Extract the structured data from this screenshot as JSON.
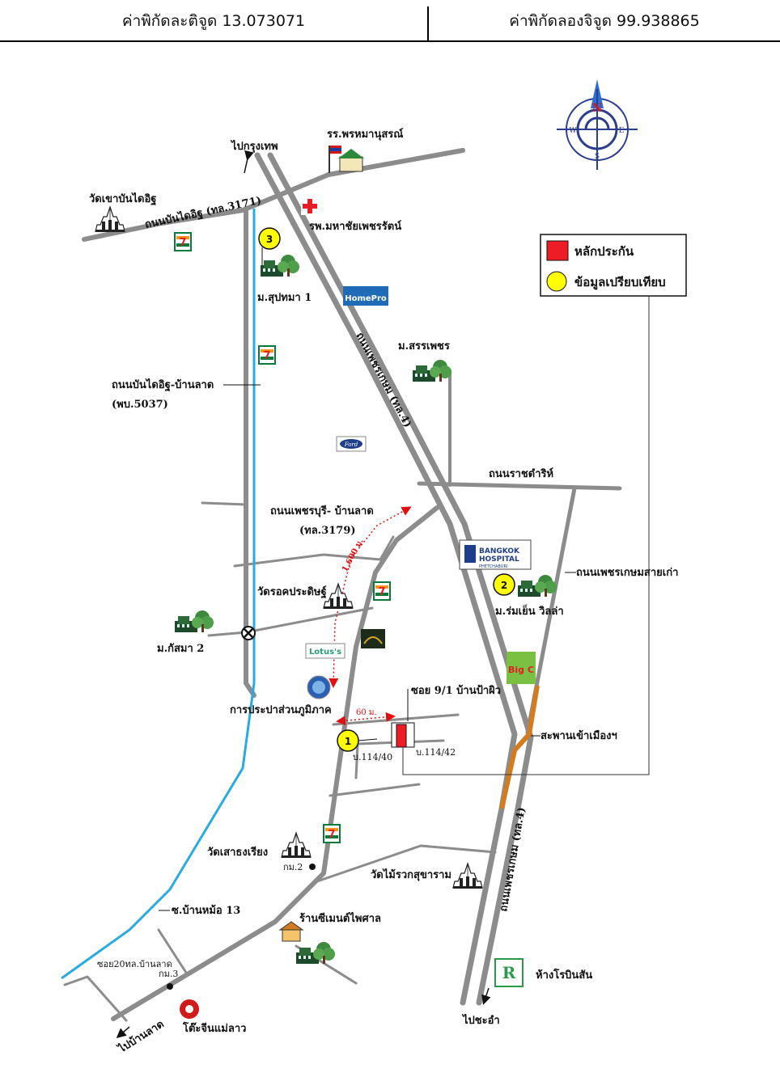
{
  "header": {
    "lat_label": "ค่าพิกัดละติจูด 13.073071",
    "lon_label": "ค่าพิกัดลองจิจูด 99.938865"
  },
  "compass": {
    "n": "N",
    "s": "S",
    "e": "E",
    "w": "W"
  },
  "legend": {
    "collateral": "หลักประกัน",
    "comparable": "ข้อมูลเปรียบเทียบ",
    "collateral_color": "#ee1c24",
    "comparable_color": "#ffff00"
  },
  "colors": {
    "road": "#8c8c8c",
    "canal": "#29abe2",
    "bridge": "#d27b1f"
  },
  "markers": {
    "m1": "1",
    "m2": "2",
    "m3": "3"
  },
  "labels": {
    "to_bangkok": "ไปกรุงเทพ",
    "to_chaam": "ไปชะอำ",
    "to_banlat": "ไปบ้านลาด",
    "school": "รร.พรหมานุสรณ์",
    "hospital": "รพ.มหาชัยเพชรรัตน์",
    "wat_khao_bandai": "วัดเขาบันไดอิฐ",
    "road_bandai_3171": "ถนนบันไดอิฐ (ทล.3171)",
    "village_suptama": "ม.สุปทมา 1",
    "village_sanphet": "ม.สรรเพชร",
    "road_bandai_banlat": "ถนนบันไดอิฐ-บ้านลาด",
    "road_bandai_code": "(พบ.5037)",
    "road_phetkasem": "ถนนเพชรเกษม (ทล.4)",
    "road_ratchadamri": "ถนนราชดำริห์",
    "road_phetburi_banlat": "ถนนเพชรบุรี- บ้านลาด",
    "road_phetburi_code": "(ทล.3179)",
    "dist_1600": "1,600 ม.",
    "road_phetkasem_old": "ถนนเพชรเกษมสายเก่า",
    "wat_rotprakit": "วัดรอคประดิษฐ์",
    "village_romyen": "ม.ร่มเย็น วิลล่า",
    "village_kasma": "ม.กัสมา 2",
    "pwa": "การประปาส่วนภูมิภาค",
    "soi_9_1": "ซอย 9/1 บ้านป้าผิว",
    "dist_60": "60 ม.",
    "house_114_40": "บ.114/40",
    "house_114_42": "บ.114/42",
    "bridge": "สะพานเข้าเมืองฯ",
    "wat_saochaeng": "วัดเสาธงเรียง",
    "km2": "กม.2",
    "wat_mairuak": "วัดไม้รวกสุขาราม",
    "soi_banmo": "ซ.บ้านหม้อ 13",
    "cement_shop": "ร้านซีเมนต์ไพศาล",
    "robinson": "ห้างโรบินสัน",
    "soi20": "ซอย20ทล.บ้านลาด",
    "km3": "กม.3",
    "restaurant": "โต๊ะจีนแม่ลาว",
    "homepro": "HomePro",
    "ford": "Ford",
    "bangkok_hospital_1": "BANGKOK",
    "bangkok_hospital_2": "HOSPITAL",
    "bangkok_hospital_3": "PHETCHABURI",
    "lotus": "Lotus's",
    "bigc": "Big C",
    "seven": "7",
    "ele": "ELEVEn"
  }
}
